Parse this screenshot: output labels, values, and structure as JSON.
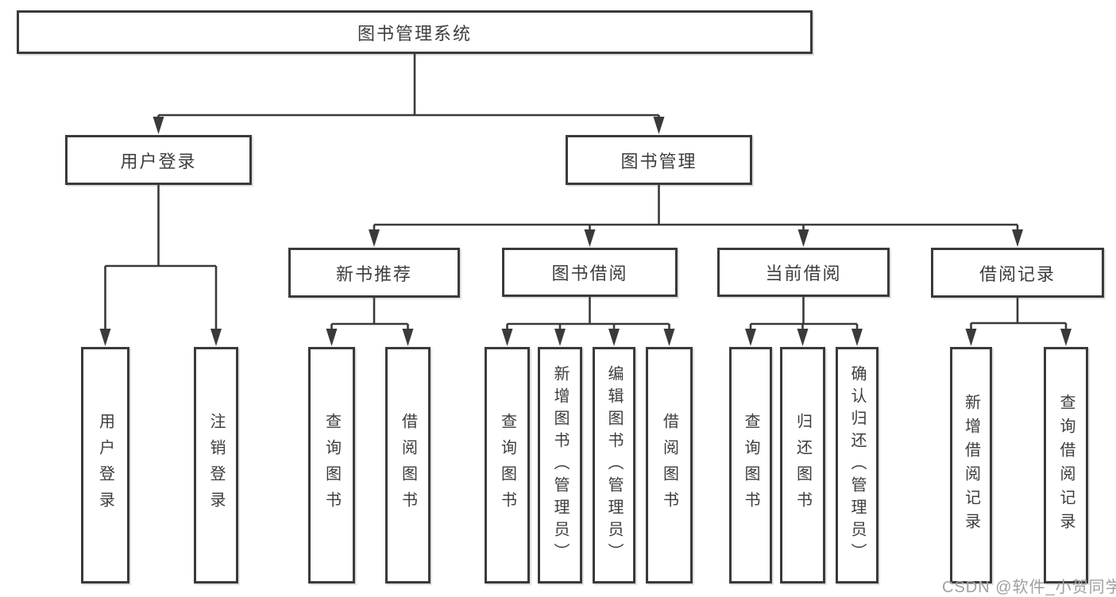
{
  "title": "图书管理系统",
  "nodes": {
    "root": "图书管理系统",
    "login": "用户登录",
    "mgmt": "图书管理",
    "rec": "新书推荐",
    "borrow": "图书借阅",
    "current": "当前借阅",
    "records": "借阅记录",
    "v1": "用户登录",
    "v2": "注销登录",
    "v3": "查询图书",
    "v4": "借阅图书",
    "v5": "查询图书",
    "v6": "新增图书（管理员）",
    "v7": "编辑图书（管理员）",
    "v8": "借阅图书",
    "v9": "查询图书",
    "v10": "归还图书",
    "v11": "确认归还（管理员）",
    "v12": "新增借阅记录",
    "v13": "查询借阅记录"
  },
  "watermark": "CSDN @软件_小贺同学",
  "colors": {
    "line": "#3a3a3a",
    "text": "#3d3d3d",
    "watermark": "#a0a0a0",
    "background": "#ffffff"
  }
}
